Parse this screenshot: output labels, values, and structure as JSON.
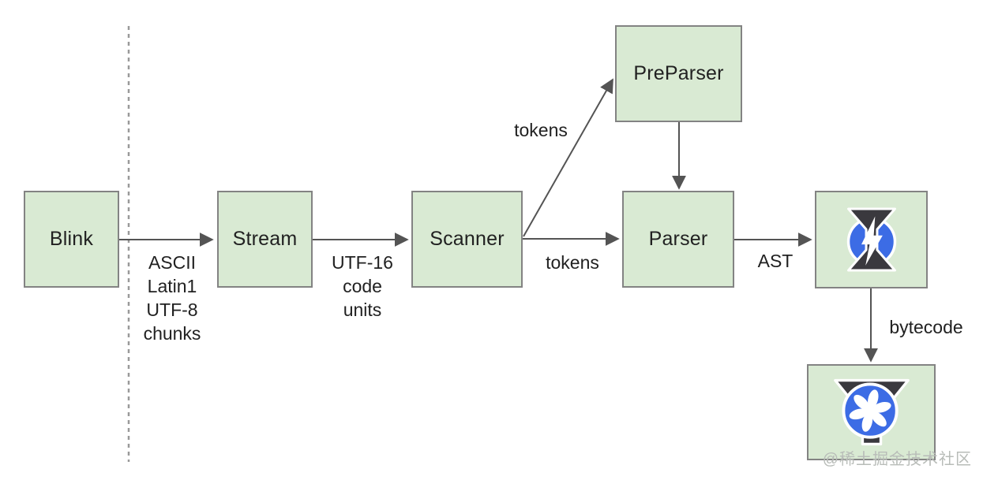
{
  "diagram": {
    "nodes": {
      "blink": {
        "label": "Blink"
      },
      "stream": {
        "label": "Stream"
      },
      "scanner": {
        "label": "Scanner"
      },
      "preparser": {
        "label": "PreParser"
      },
      "parser": {
        "label": "Parser"
      },
      "ignition": {
        "icon": "ignition-lightning-logo"
      },
      "turbofan": {
        "icon": "turbofan-fan-logo"
      }
    },
    "edge_labels": {
      "blink_to_stream": "ASCII\nLatin1\nUTF-8\nchunks",
      "stream_to_scanner": "UTF-16\ncode\nunits",
      "scanner_to_preparser": "tokens",
      "scanner_to_parser": "tokens",
      "parser_to_ignition": "AST",
      "ignition_to_turbofan": "bytecode"
    },
    "watermark": "@稀土掘金技术社区",
    "colors": {
      "node_fill": "#d9ead3",
      "node_border": "#838383",
      "text": "#212121",
      "arrow": "#545454",
      "dashed_line": "#9a9a9a",
      "logo_blue": "#3c6ce5",
      "logo_dark": "#3a393e",
      "watermark": "#b8bcb8"
    }
  }
}
